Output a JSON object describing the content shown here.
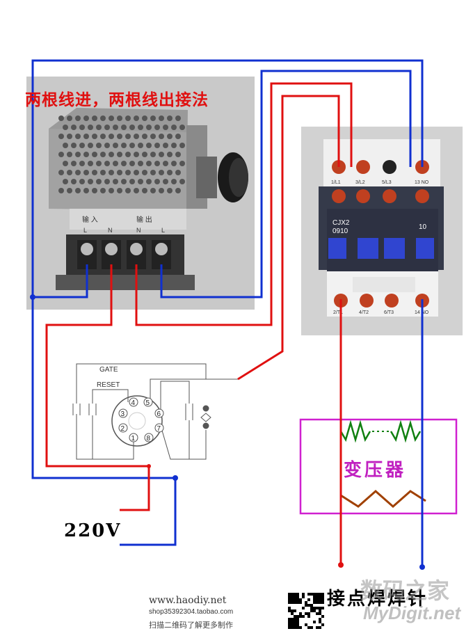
{
  "title": "两根线进，两根线出接法",
  "controller": {
    "terminal_header_in": "输 入",
    "terminal_header_out": "输 出",
    "terminal_letters": [
      "L",
      "N",
      "N",
      "L"
    ]
  },
  "contactor": {
    "model_line1": "CJX2",
    "model_line2": "0910",
    "model_right": "10",
    "top_terminals": [
      "1/L1",
      "3/L2",
      "5/L3",
      "13 NO"
    ],
    "bottom_terminals": [
      "2/T1",
      "4/T2",
      "6/T3",
      "14 NO"
    ]
  },
  "relay": {
    "gate_label": "GATE",
    "reset_label": "RESET",
    "pins": [
      "3",
      "4",
      "5",
      "6",
      "2",
      "7",
      "1",
      "8"
    ]
  },
  "transformer": {
    "label": "变压器"
  },
  "power_label": "220V",
  "weld_label": "接点焊焊针",
  "footer": {
    "site": "www.haodiy.net",
    "shop": "shop35392304.taobao.com",
    "note": "扫描二维码了解更多制作"
  },
  "watermark": {
    "line1": "数码之家",
    "line2": "MyDigit.net"
  },
  "colors": {
    "live": "#e01010",
    "neutral": "#1030d0",
    "transformer_box": "#d020d0",
    "coil": "#108010",
    "secondary": "#a04000"
  }
}
